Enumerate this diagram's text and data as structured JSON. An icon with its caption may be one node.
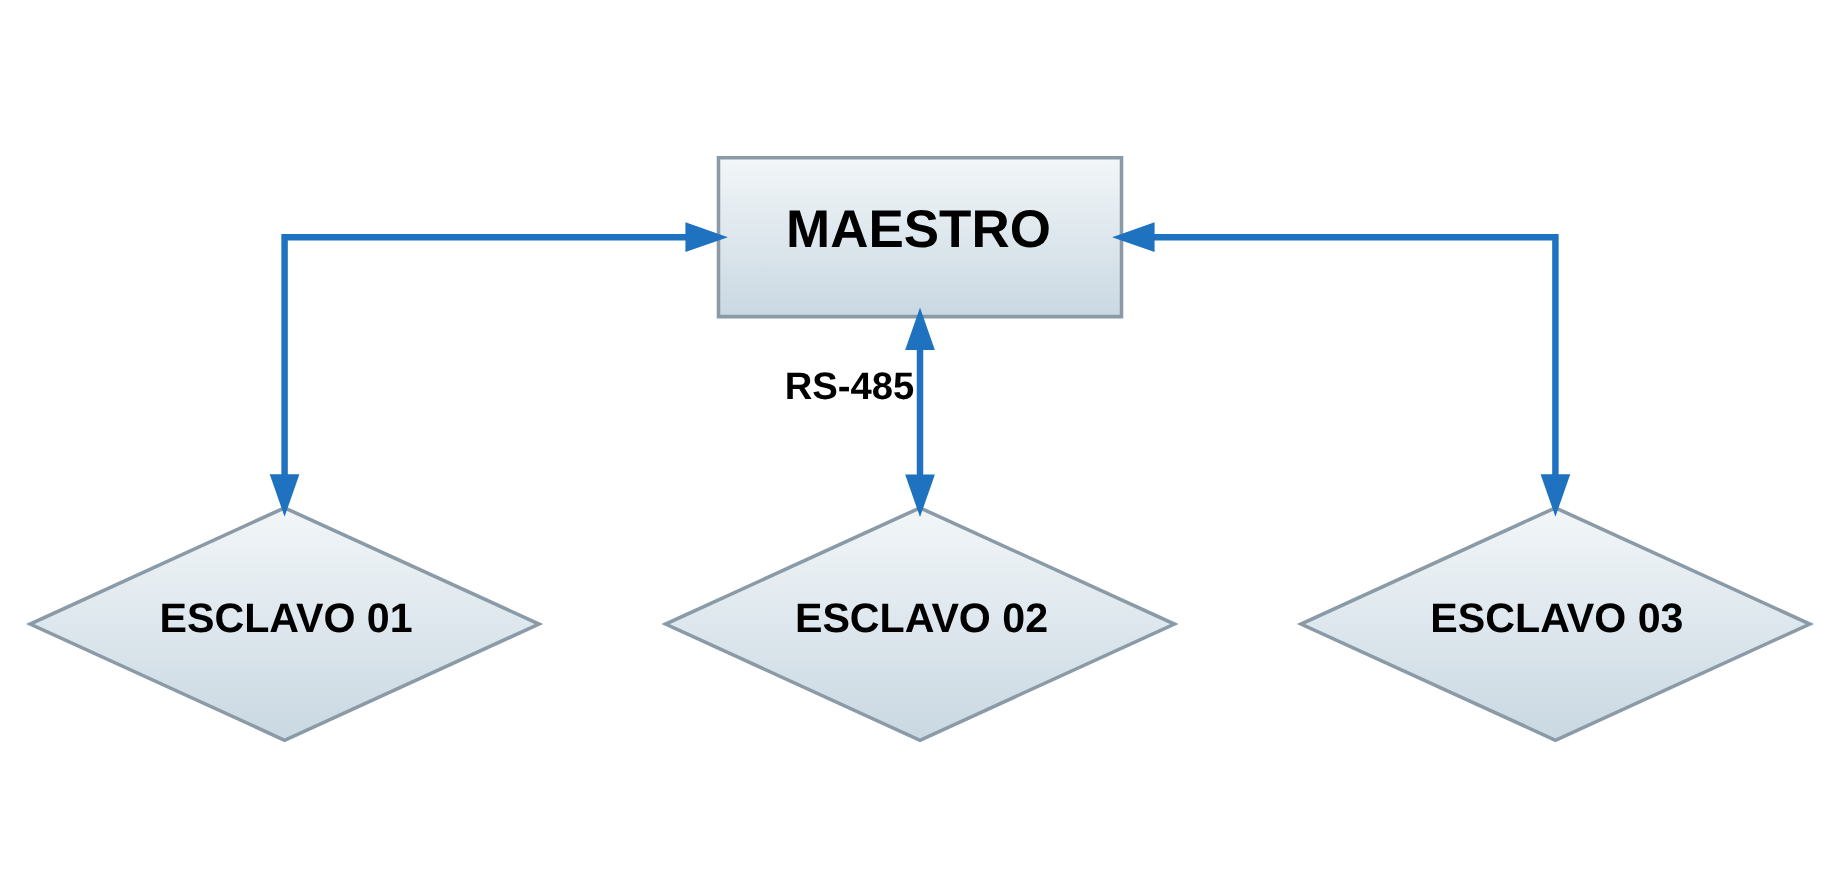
{
  "diagram": {
    "nodes": [
      {
        "text": [
          "MAESTRO"
        ]
      },
      {
        "text": [
          "ESCLAVO 01"
        ]
      },
      {
        "text": [
          "ESCLAVO 02"
        ]
      },
      {
        "text": [
          "ESCLAVO 03"
        ]
      }
    ],
    "edges": [
      {
        "from": 0,
        "to": 1,
        "arrow": "both"
      },
      {
        "from": 0,
        "to": 2,
        "arrow": "both",
        "label": "RS-485"
      },
      {
        "from": 0,
        "to": 3,
        "arrow": "both"
      }
    ]
  }
}
